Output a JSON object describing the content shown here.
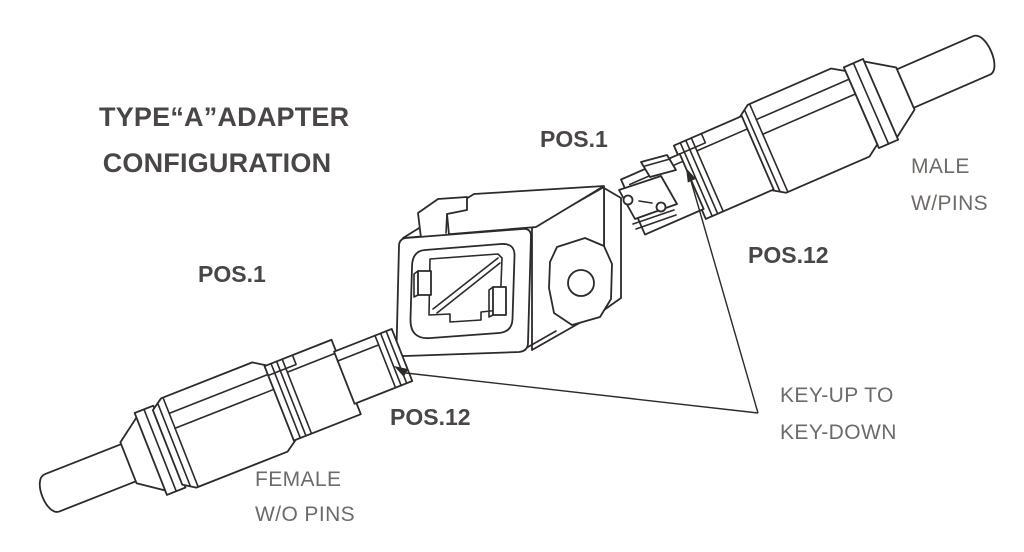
{
  "title": {
    "line1": "TYPE“A”ADAPTER",
    "line2": "CONFIGURATION"
  },
  "connectors": {
    "female": {
      "pos1": "POS.1",
      "pos12": "POS.12",
      "type_line1": "FEMALE",
      "type_line2": "W/O PINS"
    },
    "male": {
      "pos1": "POS.1",
      "pos12": "POS.12",
      "type_line1": "MALE",
      "type_line2": "W/PINS"
    }
  },
  "annotations": {
    "key_note_line1": "KEY-UP TO",
    "key_note_line2": "KEY-DOWN"
  },
  "diagram": {
    "components": [
      "female-mpo-connector",
      "mpo-adapter",
      "male-mpo-connector"
    ],
    "icon_names": [
      "female-connector-drawing",
      "adapter-drawing",
      "male-connector-drawing",
      "key-leader-arrows"
    ]
  },
  "colors": {
    "line": "#2d2a28",
    "heading_text": "#4a4645",
    "label_text": "#6e6a68",
    "background": "#ffffff"
  }
}
